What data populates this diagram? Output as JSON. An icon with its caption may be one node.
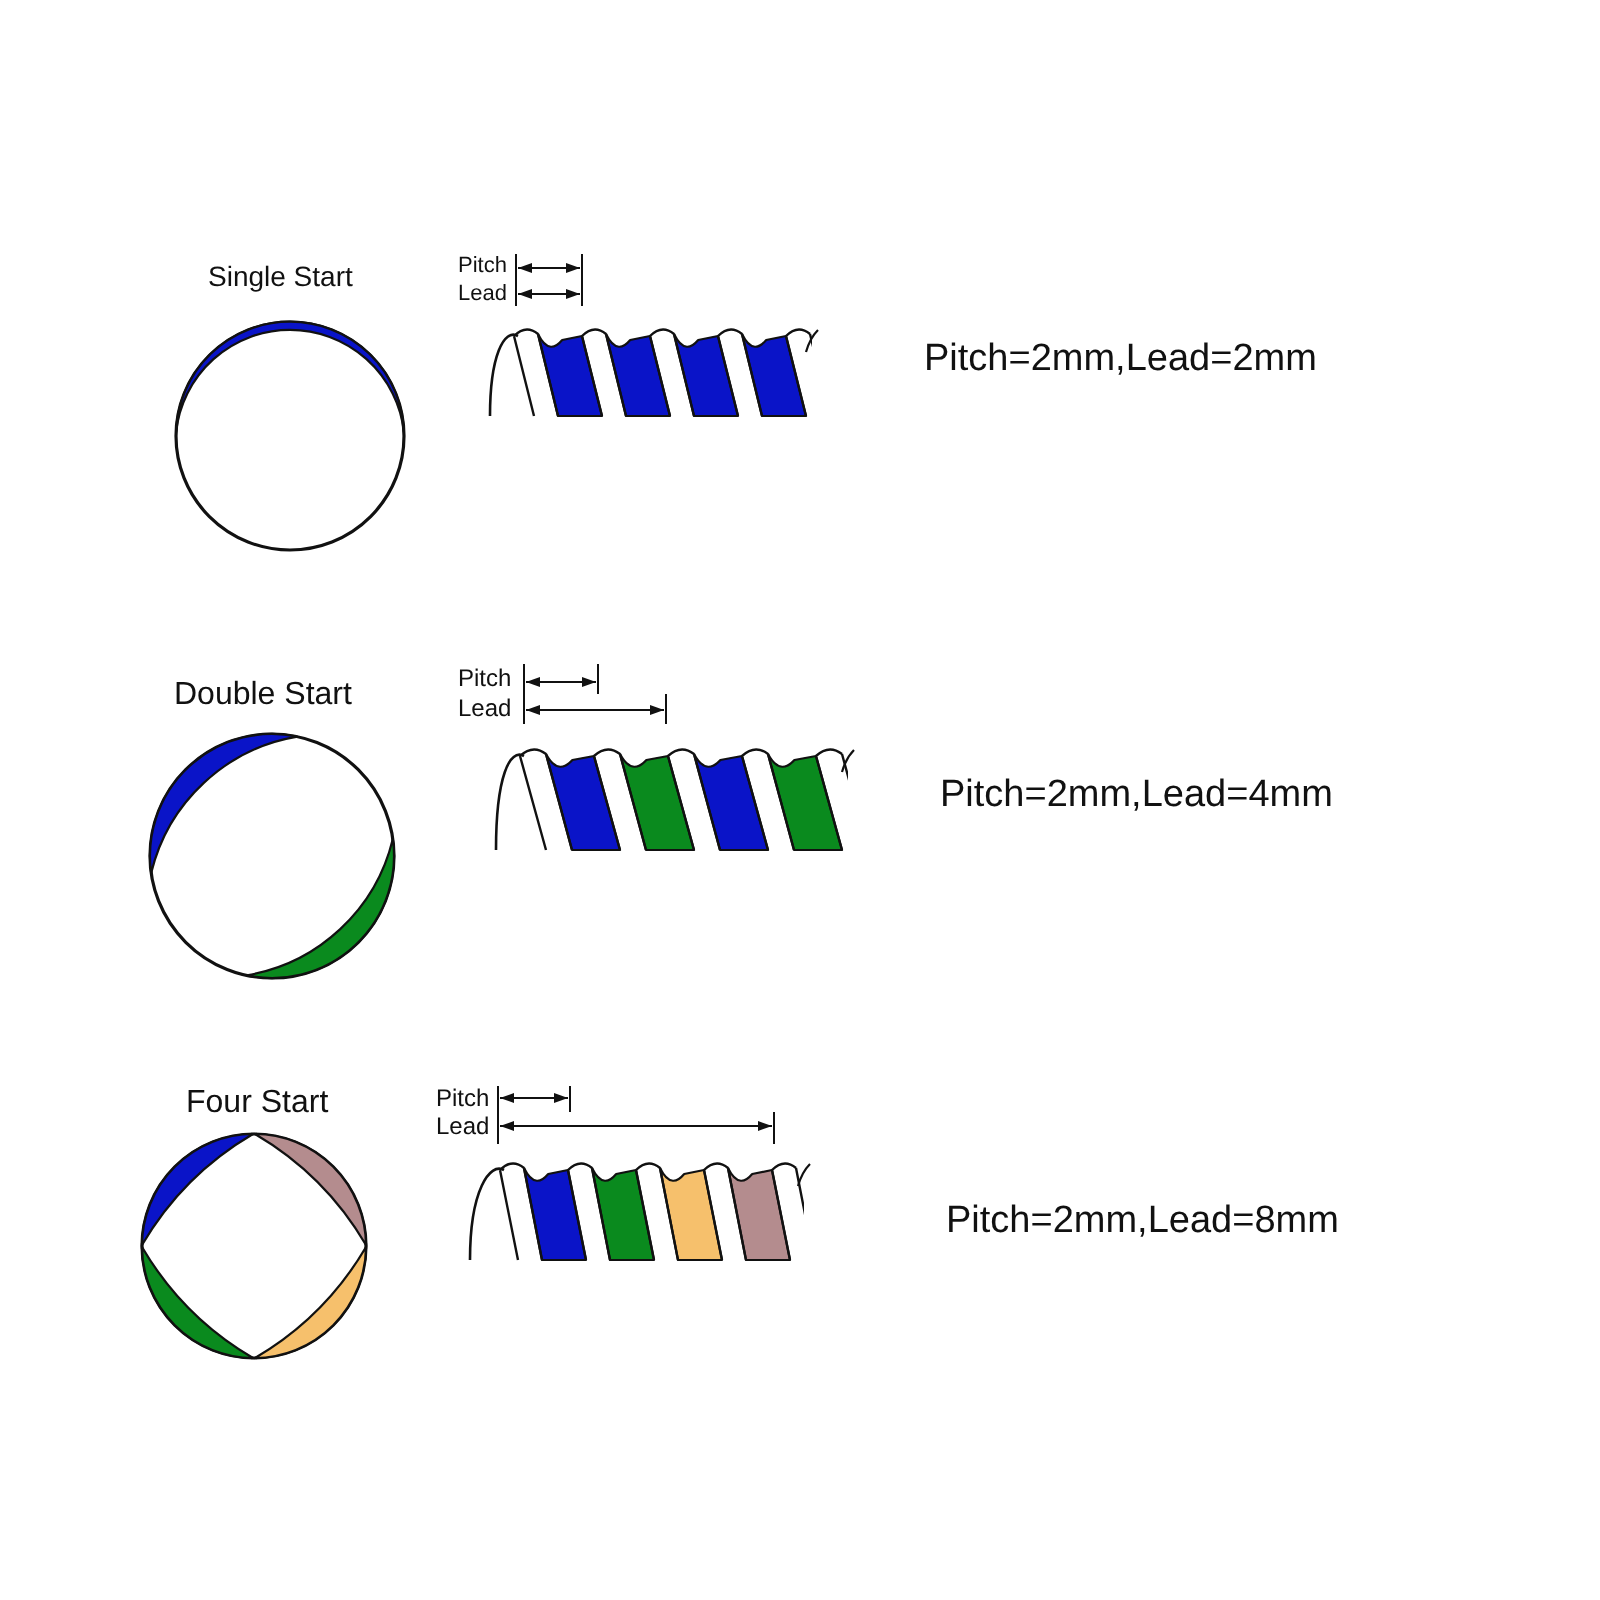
{
  "diagram": {
    "labels": [
      "Single Start",
      "Pitch",
      "Lead",
      "Pitch=2mm,Lead=2mm",
      "Double Start",
      "Pitch",
      "Lead",
      "Pitch=2mm,Lead=4mm",
      "Four Start",
      "Pitch",
      "Lead",
      "Pitch=2mm,Lead=8mm"
    ]
  }
}
